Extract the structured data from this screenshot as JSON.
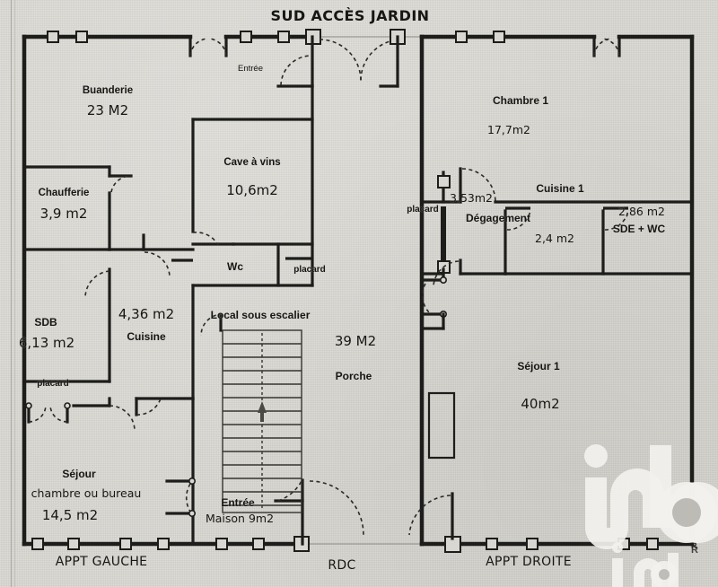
{
  "plan": {
    "top_title": "SUD ACCÈS JARDIN",
    "footer_left": "APPT GAUCHE",
    "footer_center": "RDC",
    "footer_right": "APPT DROITE",
    "corner_mark": "R",
    "watermark": "iad",
    "colors": {
      "paper": "#d9d7d1",
      "ink": "#1d1d1b",
      "hairline": "#8c8a84",
      "watermark": "#f2f1ee"
    }
  },
  "left_apartment": {
    "name": "APPT GAUCHE",
    "rooms": [
      {
        "key": "buanderie",
        "name": "Buanderie",
        "area": "23 M2"
      },
      {
        "key": "chaufferie",
        "name": "Chaufferie",
        "area": "3,9 m2"
      },
      {
        "key": "cave",
        "name": "Cave à vins",
        "area": "10,6m2"
      },
      {
        "key": "entree_haut",
        "name": "Entrée",
        "area": ""
      },
      {
        "key": "wc",
        "name": "Wc",
        "area": ""
      },
      {
        "key": "placard_haut",
        "name": "placard",
        "area": ""
      },
      {
        "key": "sdb",
        "name": "SDB",
        "area": "6,13 m2"
      },
      {
        "key": "cuisine",
        "name": "Cuisine",
        "area": "4,36 m2"
      },
      {
        "key": "placard_bas",
        "name": "placard",
        "area": ""
      },
      {
        "key": "sejour",
        "name": "Séjour",
        "name2": "chambre ou bureau",
        "area": "14,5 m2"
      },
      {
        "key": "local",
        "name": "Local sous escalier",
        "area": ""
      },
      {
        "key": "entree_bas",
        "name": "Entrée",
        "name2": "Maison 9m2",
        "area": ""
      },
      {
        "key": "porche",
        "name": "Porche",
        "area": "39 M2"
      }
    ]
  },
  "right_apartment": {
    "name": "APPT DROITE",
    "rooms": [
      {
        "key": "chambre1",
        "name": "Chambre 1",
        "area": "17,7m2"
      },
      {
        "key": "placard_d",
        "name": "placard",
        "area": ""
      },
      {
        "key": "degagement",
        "name": "Dégagement",
        "area": "3,53m2"
      },
      {
        "key": "cuisine1",
        "name": "Cuisine 1",
        "area": "2,4 m2"
      },
      {
        "key": "sdewc",
        "name": "SDE + WC",
        "area": "2,86 m2"
      },
      {
        "key": "sejour1",
        "name": "Séjour 1",
        "area": "40m2"
      }
    ]
  }
}
